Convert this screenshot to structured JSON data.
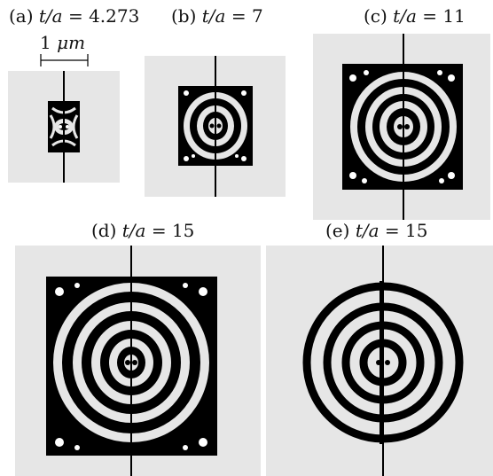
{
  "panels": [
    {
      "id": "a",
      "prefix": "(a) ",
      "var": "t/a",
      "eq": " = ",
      "value": "4.273"
    },
    {
      "id": "b",
      "prefix": "(b) ",
      "var": "t/a",
      "eq": " = ",
      "value": "7"
    },
    {
      "id": "c",
      "prefix": "(c) ",
      "var": "t/a",
      "eq": " = ",
      "value": "11"
    },
    {
      "id": "d",
      "prefix": "(d) ",
      "var": "t/a",
      "eq": " = ",
      "value": "15"
    },
    {
      "id": "e",
      "prefix": "(e) ",
      "var": "t/a",
      "eq": " = ",
      "value": "15"
    }
  ],
  "scalebar": {
    "number": "1 ",
    "unit": "μm"
  },
  "colors": {
    "background": "#e6e6e6",
    "structure": "#000000"
  }
}
